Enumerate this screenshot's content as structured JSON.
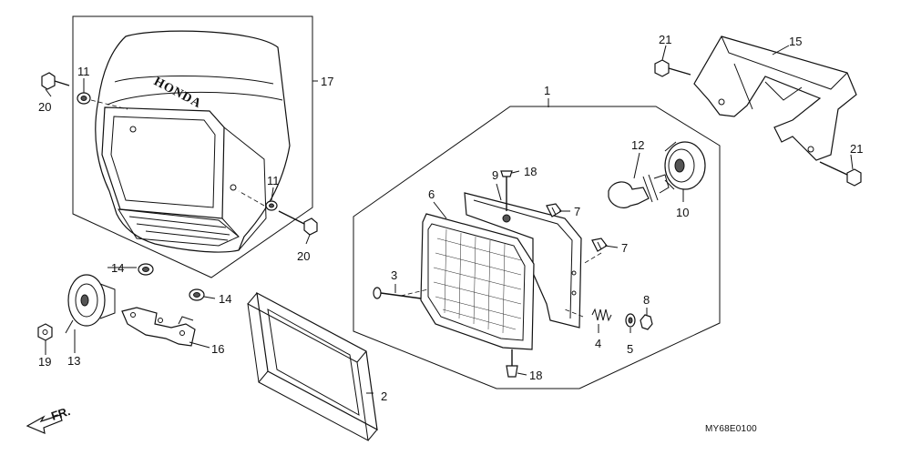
{
  "callouts": {
    "c1": "1",
    "c2": "2",
    "c3": "3",
    "c4": "4",
    "c5": "5",
    "c6": "6",
    "c7a": "7",
    "c7b": "7",
    "c8": "8",
    "c9": "9",
    "c10": "10",
    "c11a": "11",
    "c11b": "11",
    "c12": "12",
    "c13": "13",
    "c14a": "14",
    "c14b": "14",
    "c15": "15",
    "c16": "16",
    "c17": "17",
    "c18a": "18",
    "c18b": "18",
    "c19": "19",
    "c20a": "20",
    "c20b": "20",
    "c21a": "21",
    "c21b": "21"
  },
  "brand_text": "HONDA",
  "direction_label": "FR.",
  "diagram_code": "MY68E0100"
}
